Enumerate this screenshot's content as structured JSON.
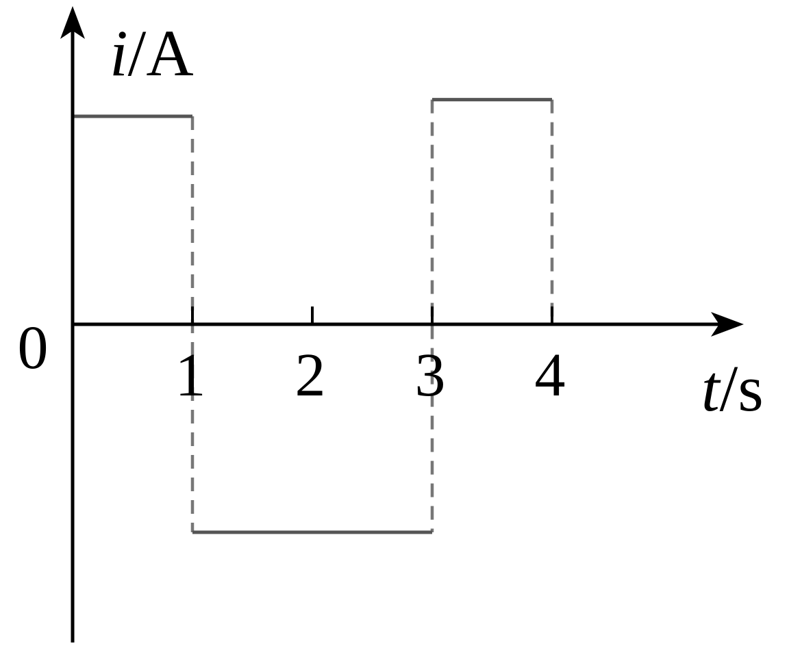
{
  "chart_data": {
    "type": "line",
    "step": true,
    "x": [
      0,
      1,
      3,
      4
    ],
    "series": [
      {
        "values": [
          1,
          -1,
          1.08,
          1.08
        ]
      }
    ],
    "xlabel": {
      "var": "t",
      "unit": "/s"
    },
    "ylabel": {
      "var": "i",
      "unit": "/A"
    },
    "origin_label": "0",
    "x_ticks": [
      1,
      2,
      3,
      4
    ],
    "x_tick_labels": [
      "1",
      "2",
      "3",
      "4"
    ],
    "xlim": [
      0,
      5.6
    ],
    "ylim": [
      -1.53,
      1.53
    ],
    "dashed_guides_at_x": [
      1,
      3,
      4
    ],
    "grid": false,
    "legend": "none",
    "colors": {
      "axis": "#000000",
      "wave": "#555555",
      "guide": "#777777"
    }
  }
}
